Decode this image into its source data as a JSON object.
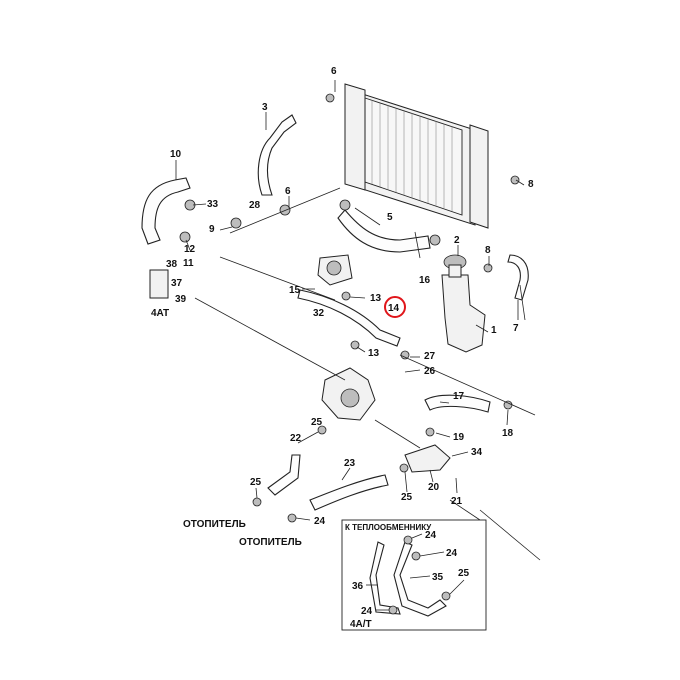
{
  "labels": {
    "l1": "1",
    "l2": "2",
    "l3": "3",
    "l5": "5",
    "l6a": "6",
    "l6b": "6",
    "l7": "7",
    "l8a": "8",
    "l8b": "8",
    "l9": "9",
    "l10": "10",
    "l11": "11",
    "l12": "12",
    "l13a": "13",
    "l13b": "13",
    "l14": "14",
    "l15": "15",
    "l16": "16",
    "l17": "17",
    "l18": "18",
    "l19": "19",
    "l20": "20",
    "l21": "21",
    "l22": "22",
    "l23": "23",
    "l24a": "24",
    "l24b": "24",
    "l24c": "24",
    "l24d": "24",
    "l25a": "25",
    "l25b": "25",
    "l25c": "25",
    "l25d": "25",
    "l26": "26",
    "l27": "27",
    "l28": "28",
    "l32": "32",
    "l33": "33",
    "l34": "34",
    "l35": "35",
    "l36": "36",
    "l37": "37",
    "l38": "38",
    "l39": "39"
  },
  "captions": {
    "heater_1": "ОТОПИТЕЛЬ",
    "heater_2": "ОТОПИТЕЛЬ",
    "at_1": "4AT",
    "at_2": "4A/T",
    "inset_title": "К ТЕПЛООБМЕННИКУ"
  },
  "highlighted_part": "14"
}
